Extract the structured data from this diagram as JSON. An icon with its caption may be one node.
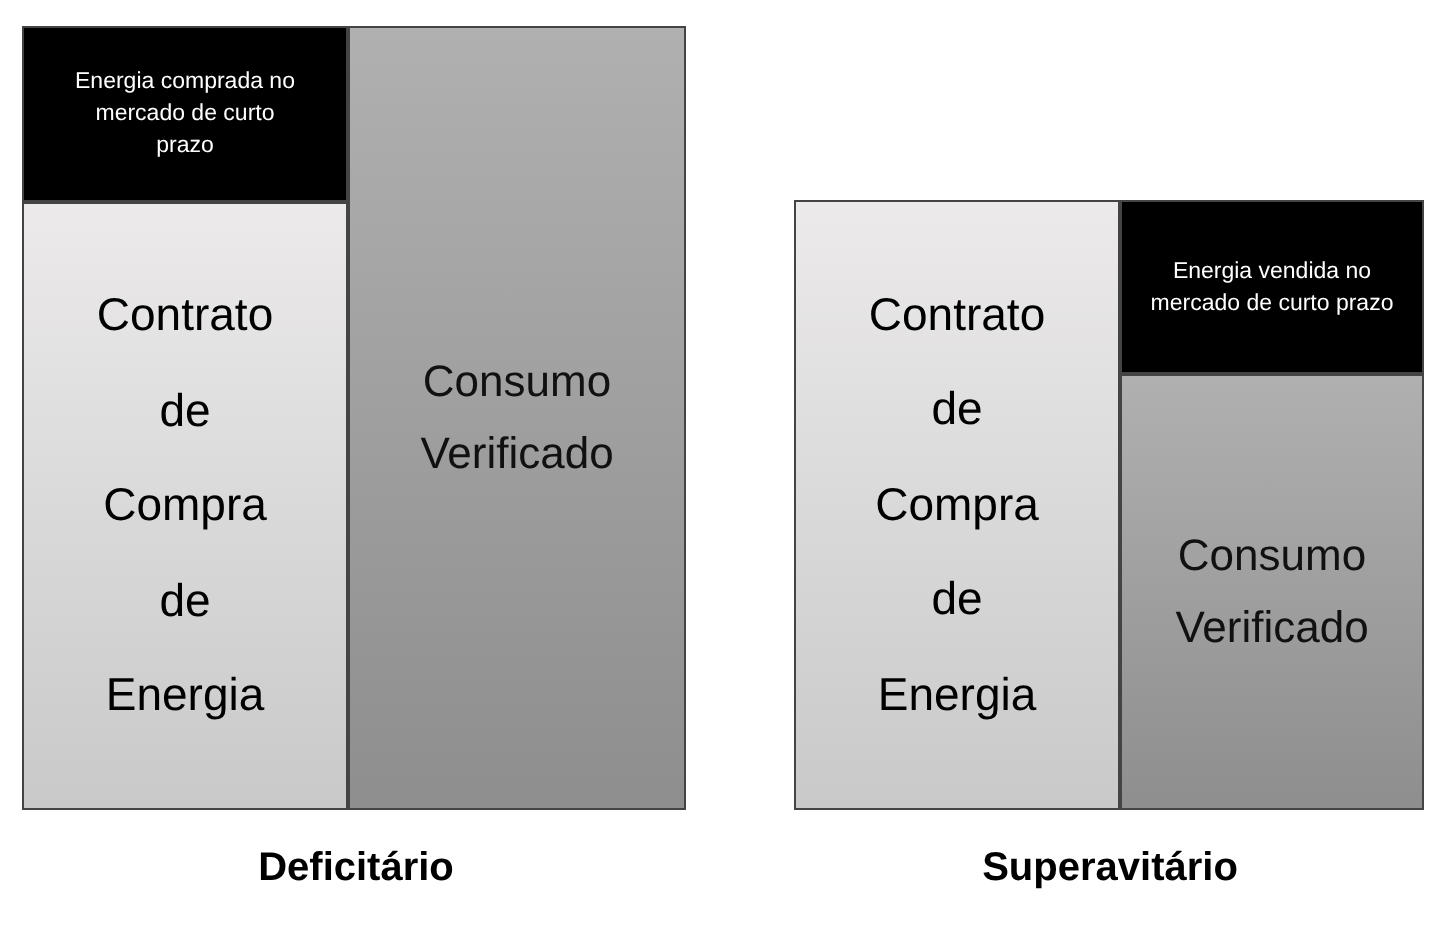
{
  "diagram": {
    "nodes": [
      {
        "text": [
          "Energia comprada no mercado de curto prazo"
        ]
      },
      {
        "text": [
          "Contrato de Compra de Energia"
        ]
      },
      {
        "text": [
          "Consumo Verificado"
        ]
      },
      {
        "text": [
          "Contrato de Compra de Energia"
        ]
      },
      {
        "text": [
          "Energia vendida no mercado de curto prazo"
        ]
      },
      {
        "text": [
          "Consumo Verificado"
        ]
      }
    ],
    "labels": [
      "Deficitário",
      "Superavitário"
    ]
  }
}
